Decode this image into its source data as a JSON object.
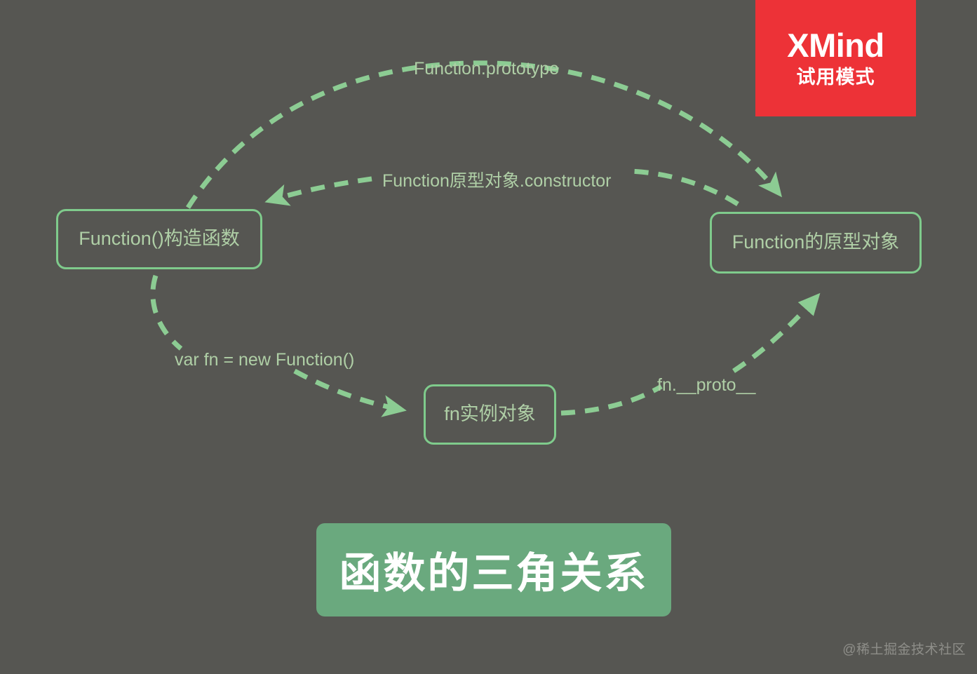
{
  "canvas": {
    "background_color": "#565652",
    "accent_green": "#7FCB8C",
    "text_green": "#AFCFA6",
    "banner_green": "#6AA97E",
    "badge_red": "#ED3237"
  },
  "watermark_badge": {
    "title": "XMind",
    "subtitle": "试用模式"
  },
  "nodes": [
    {
      "id": "constructor",
      "label": "Function()构造函数"
    },
    {
      "id": "prototype",
      "label": "Function的原型对象"
    },
    {
      "id": "instance",
      "label": "fn实例对象"
    }
  ],
  "edges": [
    {
      "id": "function-prototype",
      "label": "Function.prototype",
      "from": "constructor",
      "to": "prototype",
      "style": "dashed",
      "arrowhead": "triangle"
    },
    {
      "id": "constructor-back",
      "label": "Function原型对象.constructor",
      "from": "prototype",
      "to": "constructor",
      "style": "dashed",
      "arrowhead": "triangle"
    },
    {
      "id": "new-function",
      "label": "var fn = new Function()",
      "from": "constructor",
      "to": "instance",
      "style": "dashed",
      "arrowhead": "triangle"
    },
    {
      "id": "proto-link",
      "label": "fn.__proto__",
      "from": "instance",
      "to": "prototype",
      "style": "dashed",
      "arrowhead": "triangle"
    }
  ],
  "title_banner": {
    "text": "函数的三角关系"
  },
  "corner_watermark": {
    "text": "@稀土掘金技术社区"
  }
}
